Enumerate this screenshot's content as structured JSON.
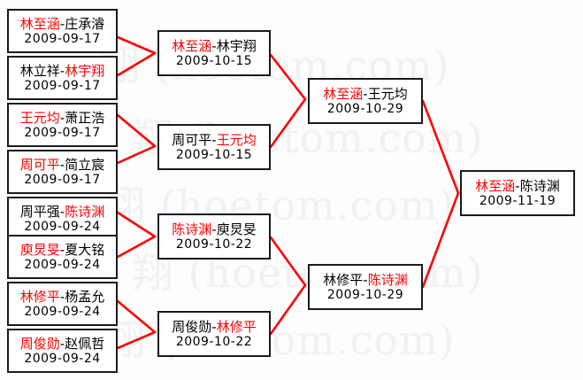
{
  "diagram": {
    "type": "tournament-bracket",
    "title": "",
    "colors": {
      "winner": "#ff0000",
      "loser": "#000000",
      "connector": "#ff0000",
      "box_border": "#1a1a1a",
      "background": "#fdfdfd",
      "watermark": "#f1f1f3"
    },
    "separator": "-"
  },
  "watermark": {
    "lines": [
      "翔 (hoetom.com)",
      "翔 (hoetom.com)",
      "翔 (hoetom.com)",
      "翔 (hoetom.com)",
      "翔 (hoetom.com)"
    ]
  },
  "rounds": [
    {
      "name": "round-1",
      "matches": [
        {
          "id": "r1m1",
          "winner": "林至涵",
          "loser": "庄承濬",
          "winner_side": "left",
          "date": "2009-09-17"
        },
        {
          "id": "r1m2",
          "winner": "林宇翔",
          "loser": "林立祥",
          "winner_side": "right",
          "date": "2009-09-17"
        },
        {
          "id": "r1m3",
          "winner": "王元均",
          "loser": "萧正浩",
          "winner_side": "left",
          "date": "2009-09-17"
        },
        {
          "id": "r1m4",
          "winner": "周可平",
          "loser": "简立宸",
          "winner_side": "left",
          "date": "2009-09-17"
        },
        {
          "id": "r1m5",
          "winner": "陈诗渊",
          "loser": "周平强",
          "winner_side": "right",
          "date": "2009-09-24"
        },
        {
          "id": "r1m6",
          "winner": "庾炅旻",
          "loser": "夏大铭",
          "winner_side": "left",
          "date": "2009-09-24"
        },
        {
          "id": "r1m7",
          "winner": "林修平",
          "loser": "杨孟允",
          "winner_side": "left",
          "date": "2009-09-24"
        },
        {
          "id": "r1m8",
          "winner": "周俊勋",
          "loser": "赵佩哲",
          "winner_side": "left",
          "date": "2009-09-24"
        }
      ]
    },
    {
      "name": "round-2",
      "matches": [
        {
          "id": "r2m1",
          "winner": "林至涵",
          "loser": "林宇翔",
          "winner_side": "left",
          "date": "2009-10-15"
        },
        {
          "id": "r2m2",
          "winner": "王元均",
          "loser": "周可平",
          "winner_side": "right",
          "date": "2009-10-15"
        },
        {
          "id": "r2m3",
          "winner": "陈诗渊",
          "loser": "庾炅旻",
          "winner_side": "left",
          "date": "2009-10-22"
        },
        {
          "id": "r2m4",
          "winner": "林修平",
          "loser": "周俊勋",
          "winner_side": "right",
          "date": "2009-10-22"
        }
      ]
    },
    {
      "name": "semifinal",
      "matches": [
        {
          "id": "sf1",
          "winner": "林至涵",
          "loser": "王元均",
          "winner_side": "left",
          "date": "2009-10-29"
        },
        {
          "id": "sf2",
          "winner": "陈诗渊",
          "loser": "林修平",
          "winner_side": "right",
          "date": "2009-10-29"
        }
      ]
    },
    {
      "name": "final",
      "matches": [
        {
          "id": "f1",
          "winner": "林至涵",
          "loser": "陈诗渊",
          "winner_side": "left",
          "date": "2009-11-19"
        }
      ]
    }
  ]
}
